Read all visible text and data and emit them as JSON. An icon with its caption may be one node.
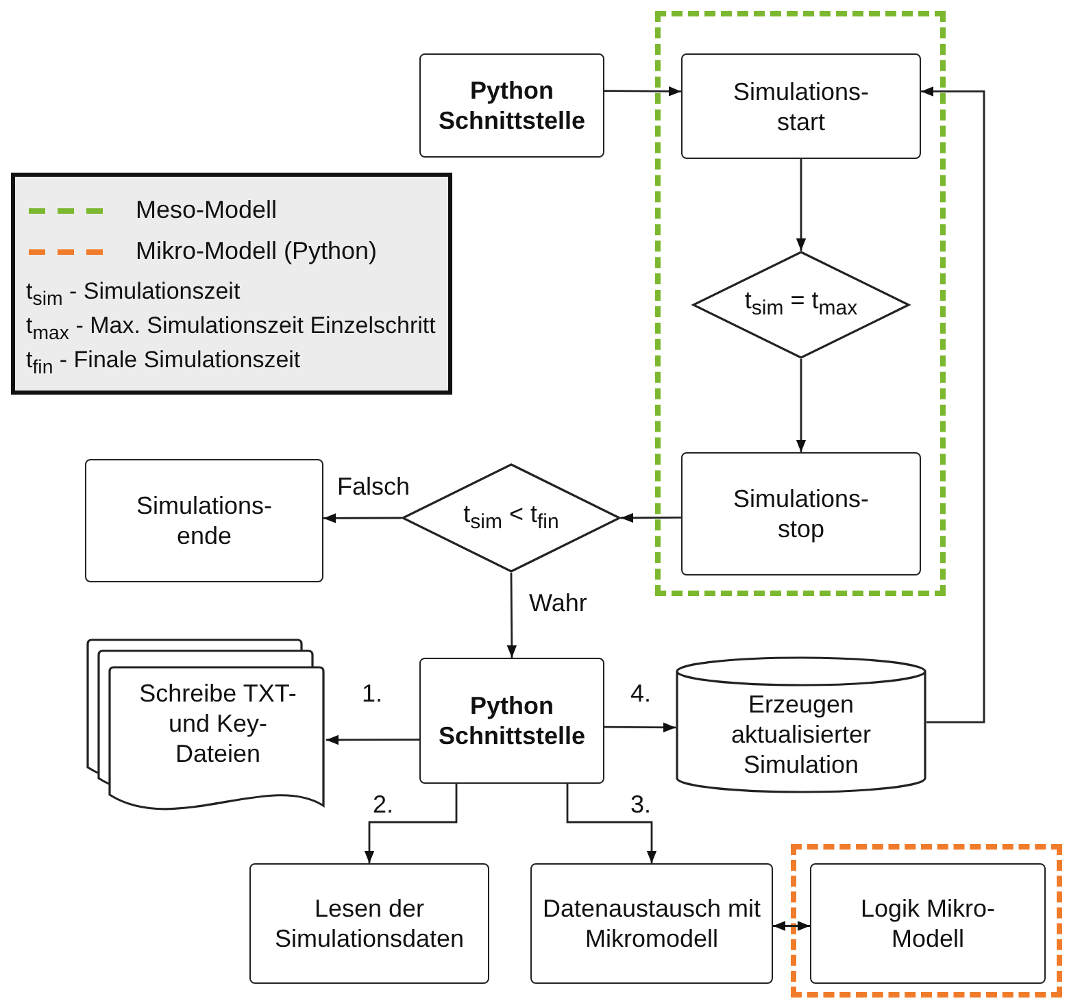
{
  "diagram": {
    "nodes": [
      {
        "text": [
          "Python Schnittstelle"
        ]
      },
      {
        "text": [],
        "shape": "box"
      },
      {
        "text": [
          "Simulations- start"
        ],
        "in": 1
      },
      {
        "text": [
          "t$_{sim}$ = t$_{max}$"
        ],
        "in": 1
      },
      {
        "text": [
          "Simulations- stop"
        ],
        "in": 1
      },
      {
        "text": [
          "Simulations- ende"
        ]
      },
      {
        "text": [
          "t$_{sim}$ < t$_{fin}$"
        ]
      },
      {
        "text": [
          "Schreibe TXT- und Key- Dateien"
        ]
      },
      {
        "text": [
          "Python Schnittstelle"
        ]
      },
      {
        "text": [
          "Erzeugen aktualisierter Simulation"
        ]
      },
      {
        "text": [
          "Lesen der Simulationsdaten"
        ]
      },
      {
        "text": [
          "Datenaustausch mit Mikromodell"
        ]
      },
      {
        "text": [],
        "shape": "box"
      },
      {
        "text": [
          "Logik Mikro-Modell"
        ],
        "in": 12
      }
    ],
    "edges": [
      {
        "from": 0,
        "to": 2,
        "arrow": "to"
      },
      {
        "from": 2,
        "to": 3,
        "arrow": "to"
      },
      {
        "from": 3,
        "to": 4,
        "arrow": "to"
      },
      {
        "from": 4,
        "to": 6,
        "arrow": "to"
      },
      {
        "from": 6,
        "to": 5,
        "arrow": "to",
        "label": "Falsch"
      },
      {
        "from": 6,
        "to": 8,
        "arrow": "to",
        "label": "Wahr"
      },
      {
        "from": 8,
        "to": 7,
        "arrow": "to",
        "label": "1."
      },
      {
        "from": 8,
        "to": 10,
        "arrow": "to",
        "label": "2."
      },
      {
        "from": 8,
        "to": 11,
        "arrow": "to",
        "label": "3."
      },
      {
        "from": 8,
        "to": 9,
        "arrow": "to",
        "label": "4."
      },
      {
        "from": 9,
        "to": 2,
        "arrow": "to"
      },
      {
        "from": 11,
        "to": 13,
        "arrow": "both"
      }
    ],
    "labels": [
      "t$_{sim}$ - Simulationszeit",
      "t$_{max}$ - Max. Simulationszeit Einzelschritt",
      "t$_{fin}$ - Finale Simulationszeit"
    ],
    "legend": [
      {
        "text": "Meso-Modell"
      },
      {
        "text": "Mikro-Modell (Python)"
      }
    ]
  }
}
